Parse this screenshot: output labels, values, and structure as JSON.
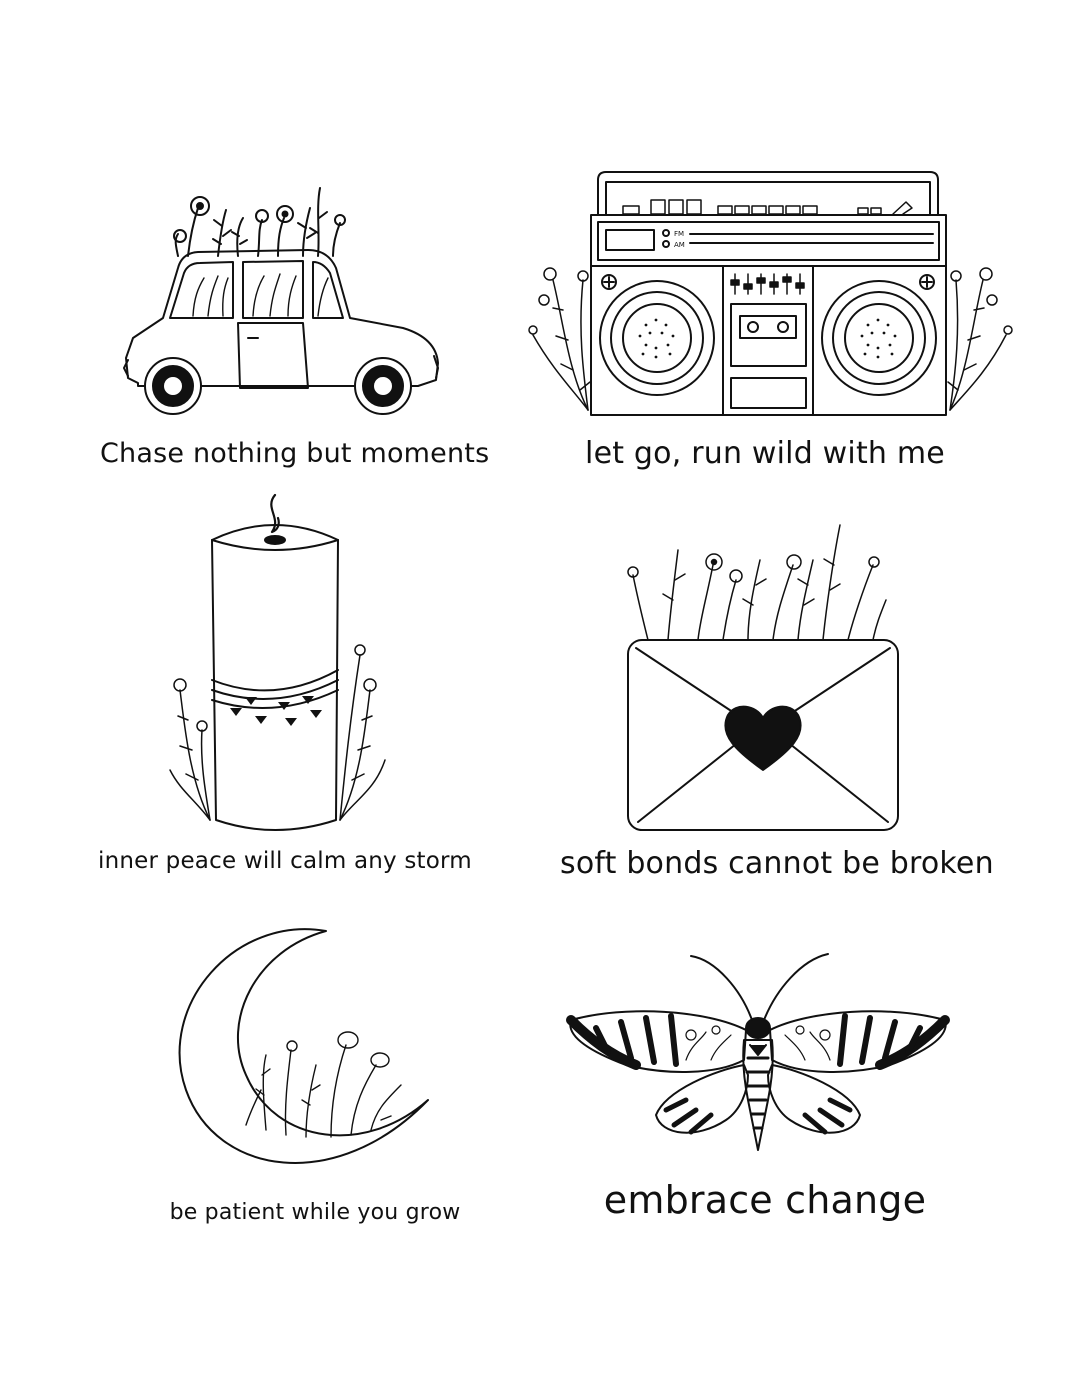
{
  "sheet": {
    "captions": {
      "car": "Chase nothing but moments",
      "radio": "let go, run wild with me",
      "candle": "inner peace will calm any storm",
      "envelope": "soft bonds cannot be broken",
      "moon": "be patient while you grow",
      "moth": "embrace change"
    },
    "radio_dial_labels": {
      "fm": "FM",
      "am": "AM"
    },
    "ink_color": "#111111",
    "paper_color": "#ffffff"
  }
}
